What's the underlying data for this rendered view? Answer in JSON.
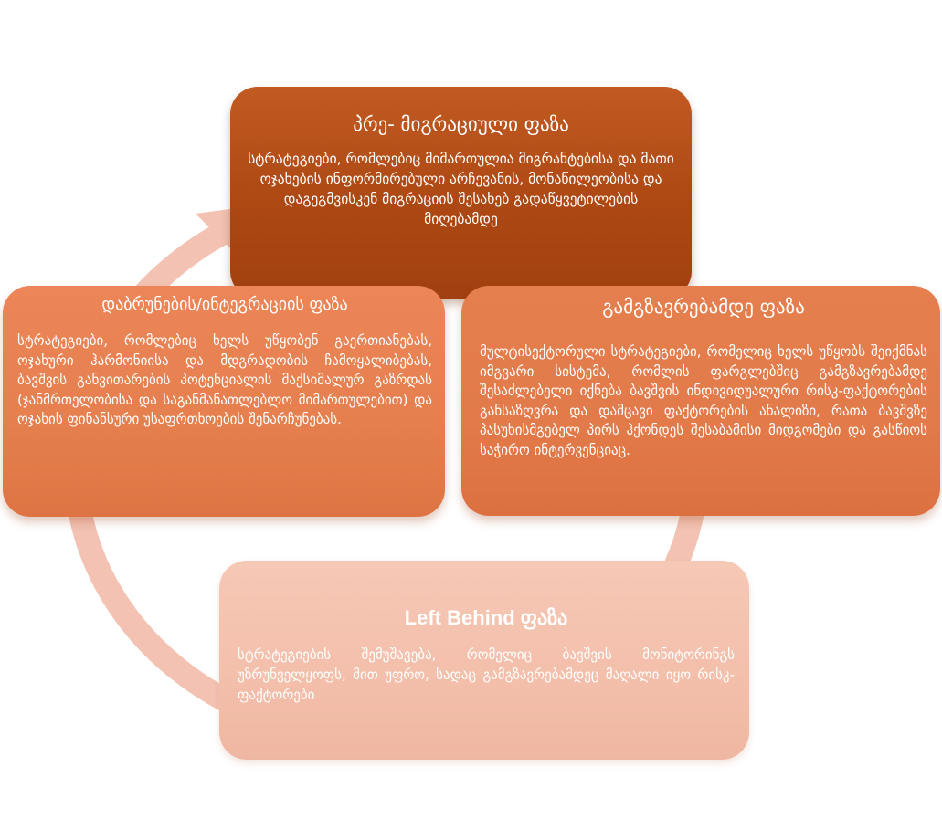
{
  "colors": {
    "ring": "#f3c2b2",
    "pre_migration": "#ad4813",
    "travel": "#e27a4a",
    "return": "#e57f4e",
    "left_behind": "#f3bfab",
    "text": "#ffffff"
  },
  "phases": {
    "pre_migration": {
      "title": "პრე- მიგრაციული ფაზა",
      "text": "სტრატეგიები, რომლებიც მიმართულია მიგრანტებისა და მათი ოჯახების ინფორმირებული არჩევანის, მონაწილეობისა და დაგეგმვისკენ მიგრაციის შესახებ გადაწყვეტილების მიღებამდე"
    },
    "travel": {
      "title": "გამგზავრებამდე ფაზა",
      "text": "მულტისექტორული სტრატეგიები, რომელიც ხელს უწყობს შეიქმნას იმგვარი სისტემა, რომლის ფარგლებშიც გამგზავრებამდე შესაძლებელი იქნება ბავშვის ინდივიდუალური რისკ-ფაქტორების განსაზღვრა და დამცავი ფაქტორების ანალიზი, რათა ბავშვზე პასუხისმგებელ პირს ჰქონდეს შესაბამისი მიდგომები და გასწიოს საჭირო ინტერვენციაც."
    },
    "return": {
      "title": "დაბრუნების/ინტეგრაციის ფაზა",
      "text": "სტრატეგიები, რომლებიც ხელს უწყობენ გაერთიანებას, ოჯახური ჰარმონიისა და მდგრადობის ჩამოყალიბებას, ბავშვის განვითარების პოტენციალის მაქსიმალურ გაზრდას (ჯანმრთელობისა და საგანმანათლებლო მიმართულებით) და ოჯახის ფინანსური უსაფრთხოების შენარჩუნებას."
    },
    "left_behind": {
      "title": "Left Behind ფაზა",
      "text": "სტრატეგიების შემუშავება, რომელიც ბავშვის მონიტორინგს უზრუნველყოფს, მით უფრო, სადაც გამგზავრებამდეც მაღალი იყო რისკ-ფაქტორები"
    }
  }
}
